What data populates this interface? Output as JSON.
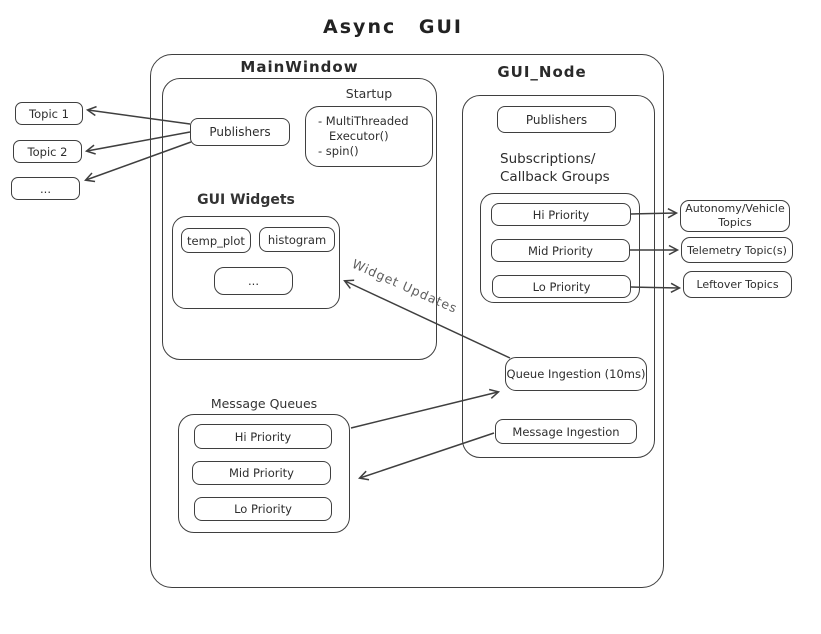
{
  "title": "Async GUI",
  "left_topics": [
    "Topic 1",
    "Topic 2",
    "..."
  ],
  "main_window": {
    "label": "MainWindow",
    "publishers_label": "Publishers",
    "startup": {
      "label": "Startup",
      "lines": [
        "- MultiThreaded",
        "Executor()",
        "- spin()"
      ]
    },
    "gui_widgets": {
      "label": "GUI Widgets",
      "items": [
        "temp_plot",
        "histogram",
        "..."
      ]
    }
  },
  "gui_node": {
    "label": "GUI_Node",
    "publishers_label": "Publishers",
    "subscriptions": {
      "label": [
        "Subscriptions/",
        "Callback Groups"
      ],
      "items": [
        "Hi Priority",
        "Mid Priority",
        "Lo Priority"
      ]
    },
    "queue_ingestion": "Queue Ingestion (10ms)",
    "message_ingestion": "Message Ingestion"
  },
  "message_queues": {
    "label": "Message Queues",
    "items": [
      "Hi Priority",
      "Mid Priority",
      "Lo Priority"
    ]
  },
  "right_topics": [
    "Autonomy/Vehicle Topics",
    "Telemetry Topic(s)",
    "Leftover Topics"
  ],
  "annotations": {
    "widget_updates": "Widget Updates"
  },
  "colors": {
    "stroke": "#3f3f3f",
    "text": "#2e2e2e",
    "muted": "#5f5f5f",
    "background": "#ffffff"
  }
}
